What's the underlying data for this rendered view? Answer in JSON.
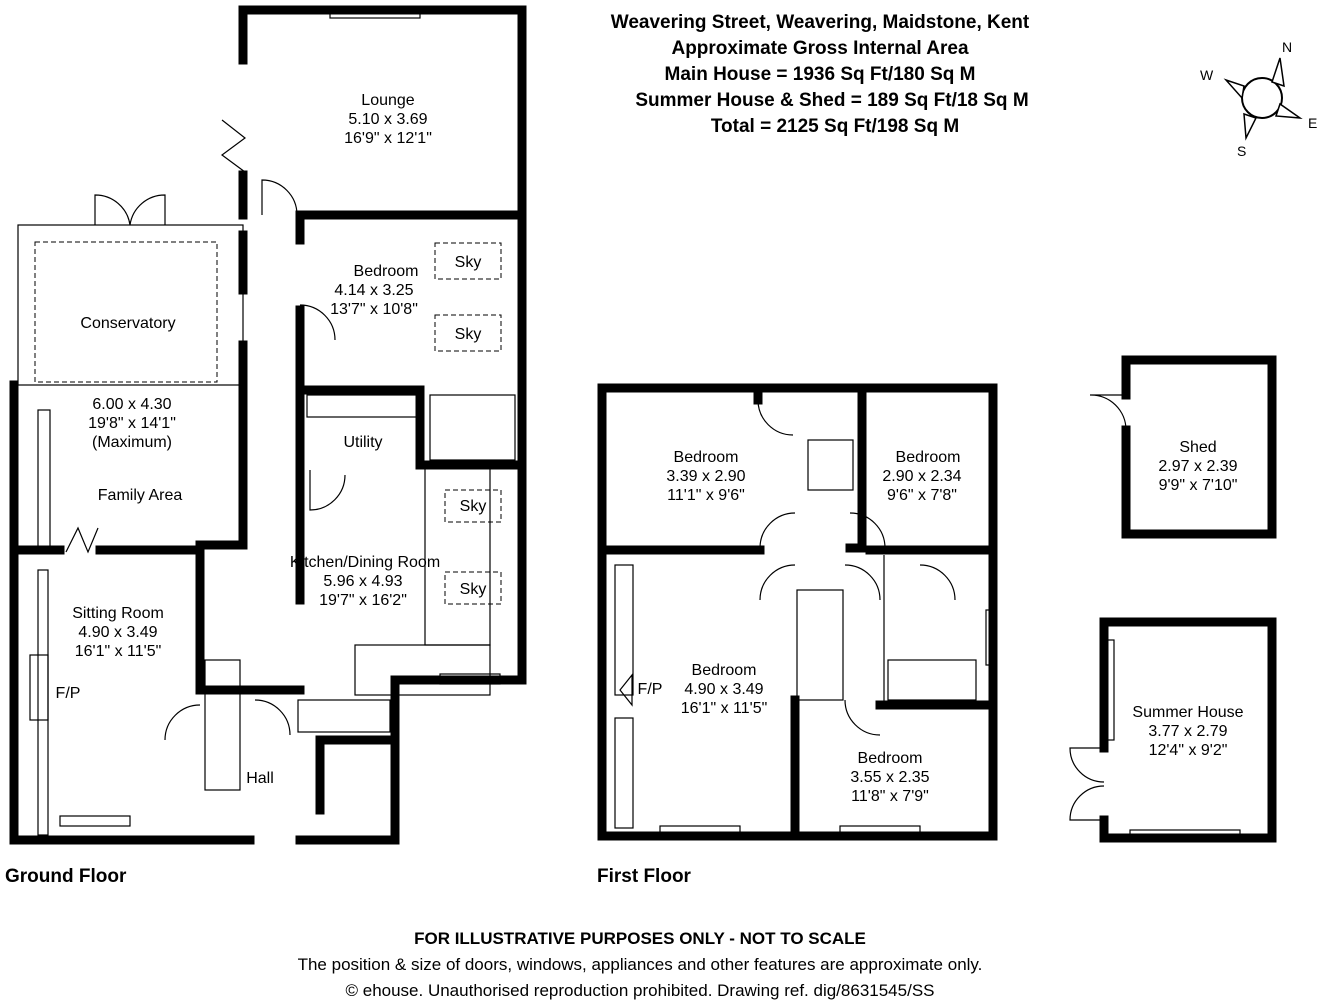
{
  "header": {
    "address": "Weavering Street, Weavering, Maidstone, Kent",
    "area_title": "Approximate Gross Internal Area",
    "main_house": "Main House = 1936 Sq Ft/180 Sq M",
    "outbuildings": "Summer House & Shed = 189 Sq Ft/18 Sq M",
    "total": "Total = 2125 Sq Ft/198 Sq M"
  },
  "compass": {
    "n": "N",
    "e": "E",
    "s": "S",
    "w": "W"
  },
  "ground_floor": {
    "label": "Ground Floor",
    "rooms": {
      "lounge": [
        "Lounge",
        "5.10 x 3.69",
        "16'9\" x 12'1\""
      ],
      "bedroom": [
        "Bedroom",
        "4.14 x 3.25",
        "13'7\" x 10'8\""
      ],
      "conservatory": "Conservatory",
      "conservatory_dims": [
        "6.00 x 4.30",
        "19'8\" x 14'1\"",
        "(Maximum)"
      ],
      "family_area": "Family Area",
      "utility": "Utility",
      "kitchen": [
        "Kitchen/Dining Room",
        "5.96 x 4.93",
        "19'7\" x 16'2\""
      ],
      "sitting_room": [
        "Sitting Room",
        "4.90 x 3.49",
        "16'1\" x 11'5\""
      ],
      "fp": "F/P",
      "hall": "Hall",
      "sky": "Sky"
    }
  },
  "first_floor": {
    "label": "First Floor",
    "rooms": {
      "bedroom1": [
        "Bedroom",
        "3.39 x 2.90",
        "11'1\" x 9'6\""
      ],
      "bedroom2": [
        "Bedroom",
        "2.90 x 2.34",
        "9'6\" x 7'8\""
      ],
      "bedroom3": [
        "Bedroom",
        "4.90 x 3.49",
        "16'1\" x 11'5\""
      ],
      "bedroom4": [
        "Bedroom",
        "3.55 x 2.35",
        "11'8\" x 7'9\""
      ],
      "fp": "F/P"
    }
  },
  "outbuildings": {
    "shed": [
      "Shed",
      "2.97 x 2.39",
      "9'9\" x 7'10\""
    ],
    "summer_house": [
      "Summer House",
      "3.77 x 2.79",
      "12'4\" x 9'2\""
    ]
  },
  "footer": {
    "disclaimer": "FOR ILLUSTRATIVE PURPOSES ONLY - NOT TO SCALE",
    "note": "The position & size of doors, windows, appliances and other features are approximate only.",
    "copyright": "© ehouse. Unauthorised reproduction prohibited. Drawing ref. dig/8631545/SS"
  }
}
